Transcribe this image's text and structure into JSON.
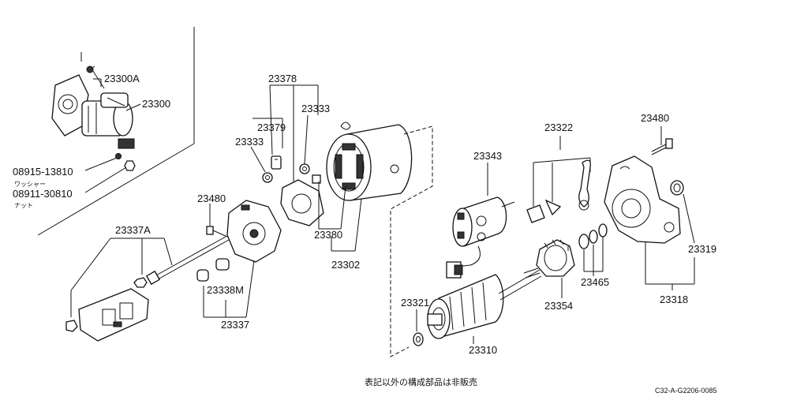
{
  "labels": {
    "p23300A": "23300A",
    "p23300": "23300",
    "p08915": "08915-13810",
    "washer": "ワッシャー",
    "p08911": "08911-30810",
    "nut": "ナット",
    "p23378": "23378",
    "p23333a": "23333",
    "p23379": "23379",
    "p23333b": "23333",
    "p23480a": "23480",
    "p23337A": "23337A",
    "p23380": "23380",
    "p23302": "23302",
    "p23338M": "23338M",
    "p23337": "23337",
    "p23322": "23322",
    "p23480b": "23480",
    "p23343": "23343",
    "p23319": "23319",
    "p23465": "23465",
    "p23354": "23354",
    "p23318": "23318",
    "p23321": "23321",
    "p23310": "23310"
  },
  "footer": {
    "note": "表記以外の構成部品は非販売",
    "code": "C32-A-G2206-0085"
  }
}
